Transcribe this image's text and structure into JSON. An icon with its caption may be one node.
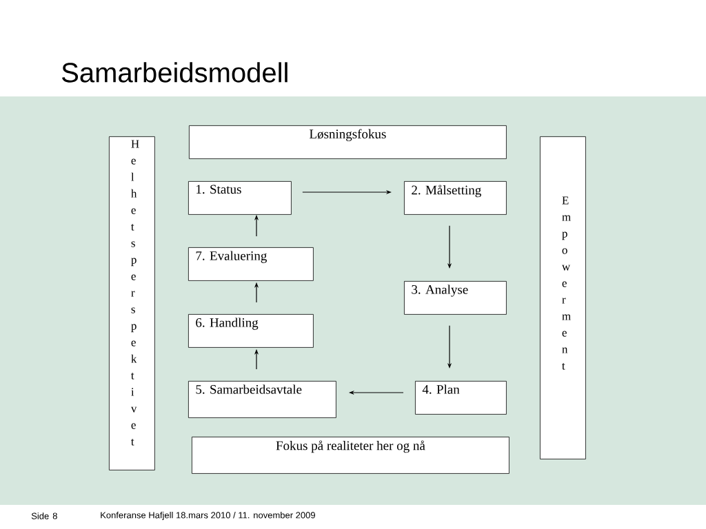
{
  "diagram": {
    "title": "Samarbeidsmodell",
    "nodes": [
      {
        "text": [
          "Løsningsfokus"
        ]
      },
      {
        "text": [
          "1. Status"
        ]
      },
      {
        "text": [
          "2. Målsetting"
        ]
      },
      {
        "text": [
          "3. Analyse"
        ]
      },
      {
        "text": [
          "4. Plan"
        ]
      },
      {
        "text": [
          "5. Samarbeidsavtale"
        ]
      },
      {
        "text": [
          "6. Handling"
        ]
      },
      {
        "text": [
          "7. Evaluering"
        ]
      },
      {
        "text": [
          "Fokus på realiteter her og nå"
        ]
      },
      {
        "text": [
          "H e l h e t s p e r s p e k t i v e t"
        ]
      },
      {
        "text": [
          "E m p o w e r m e n t"
        ]
      }
    ],
    "edges": [
      {
        "from": 1,
        "to": 2,
        "arrow": "to"
      },
      {
        "from": 2,
        "to": 3,
        "arrow": "to"
      },
      {
        "from": 3,
        "to": 4,
        "arrow": "to"
      },
      {
        "from": 4,
        "to": 5,
        "arrow": "to"
      },
      {
        "from": 5,
        "to": 6,
        "arrow": "to"
      },
      {
        "from": 6,
        "to": 7,
        "arrow": "to"
      },
      {
        "from": 7,
        "to": 1,
        "arrow": "to"
      }
    ],
    "labels": [
      "Side",
      "8",
      "Konferanse Hafjell 18.mars 2010 / 11. november 2009"
    ]
  }
}
